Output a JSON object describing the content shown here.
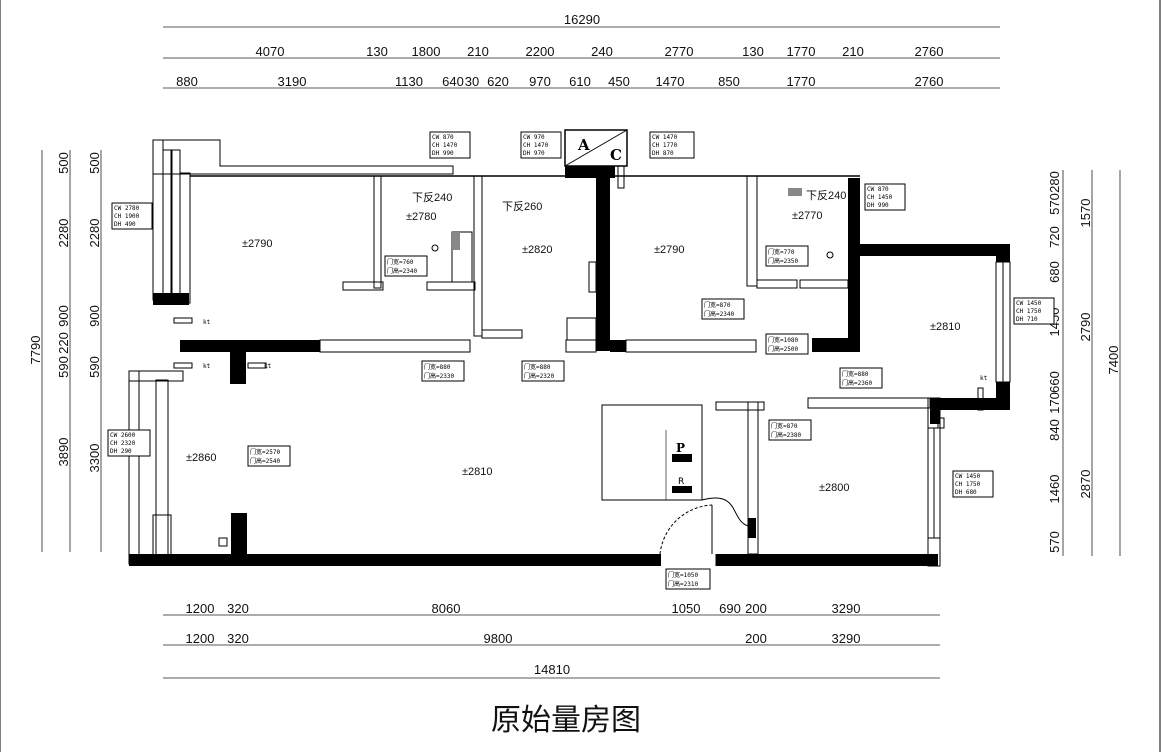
{
  "title": "原始量房图",
  "top_dims": {
    "total": "16290",
    "row1": [
      "4070",
      "130",
      "1800",
      "210",
      "2200",
      "240",
      "2770",
      "130",
      "1770",
      "210",
      "2760"
    ],
    "row2": [
      "880",
      "3190",
      "1130",
      "640",
      "30",
      "620",
      "970",
      "610",
      "450",
      "1470",
      "850",
      "1770",
      "2760"
    ]
  },
  "bottom_dims": {
    "total": "14810",
    "row1": [
      "1200",
      "320",
      "8060",
      "1050",
      "690",
      "200",
      "3290"
    ],
    "row2": [
      "1200",
      "320",
      "9800",
      "200",
      "3290"
    ]
  },
  "left_dims": {
    "total": "7790",
    "outer": [
      "500",
      "2280",
      "900",
      "220",
      "590",
      "3890"
    ],
    "inner": [
      "500",
      "2280",
      "900",
      "590",
      "3300"
    ]
  },
  "right_dims": {
    "total": "7400",
    "inner": [
      "280",
      "570",
      "720",
      "680",
      "1450",
      "660",
      "170",
      "840",
      "1460",
      "570"
    ],
    "outer": [
      "1570",
      "2790",
      "2870"
    ]
  },
  "rooms": {
    "room_a": {
      "level": "±2790"
    },
    "room_b": {
      "note": "下反240",
      "level": "±2780"
    },
    "room_c": {
      "note": "下反260",
      "level": "±2820"
    },
    "room_d": {
      "level": "±2790"
    },
    "room_e": {
      "note": "下反240",
      "level": "±2770"
    },
    "room_f": {
      "level": "±2810"
    },
    "living": {
      "level": "±2810"
    },
    "dining": {
      "level": "±2860"
    },
    "room_g": {
      "level": "±2800"
    }
  },
  "window_tags": {
    "w1": [
      "CW 2780",
      "CH 1900",
      "DH 490"
    ],
    "w2": [
      "CW 870",
      "CH 1470",
      "DH 990"
    ],
    "w3": [
      "CW 970",
      "CH 1470",
      "DH 970"
    ],
    "w4": [
      "CW 1470",
      "CH 1770",
      "DH 870"
    ],
    "w5": [
      "CW 870",
      "CH 1450",
      "DH 990"
    ],
    "w6": [
      "CW 1450",
      "CH 1750",
      "DH 710"
    ],
    "w7": [
      "CW 2600",
      "CH 2320",
      "DH 290"
    ],
    "w8": [
      "CW 1450",
      "CH 1750",
      "DH 680"
    ]
  },
  "door_tags": {
    "d1": [
      "门宽=760",
      "门高=2340"
    ],
    "d2": [
      "门宽=870",
      "门高=2340"
    ],
    "d3": [
      "门宽=770",
      "门高=2350"
    ],
    "d4": [
      "门宽=880",
      "门高=2330"
    ],
    "d5": [
      "门宽=880",
      "门高=2320"
    ],
    "d6": [
      "门宽=1080",
      "门高=2500"
    ],
    "d7": [
      "门宽=880",
      "门高=2360"
    ],
    "d8": [
      "门宽=2570",
      "门高=2540"
    ],
    "d9": [
      "门宽=870",
      "门高=2380"
    ],
    "d10": [
      "门宽=1050",
      "门高=2310"
    ]
  },
  "symbols": {
    "ac": "A",
    "ac2": "C",
    "gas": "P",
    "kt": "kt",
    "meter": "R"
  }
}
